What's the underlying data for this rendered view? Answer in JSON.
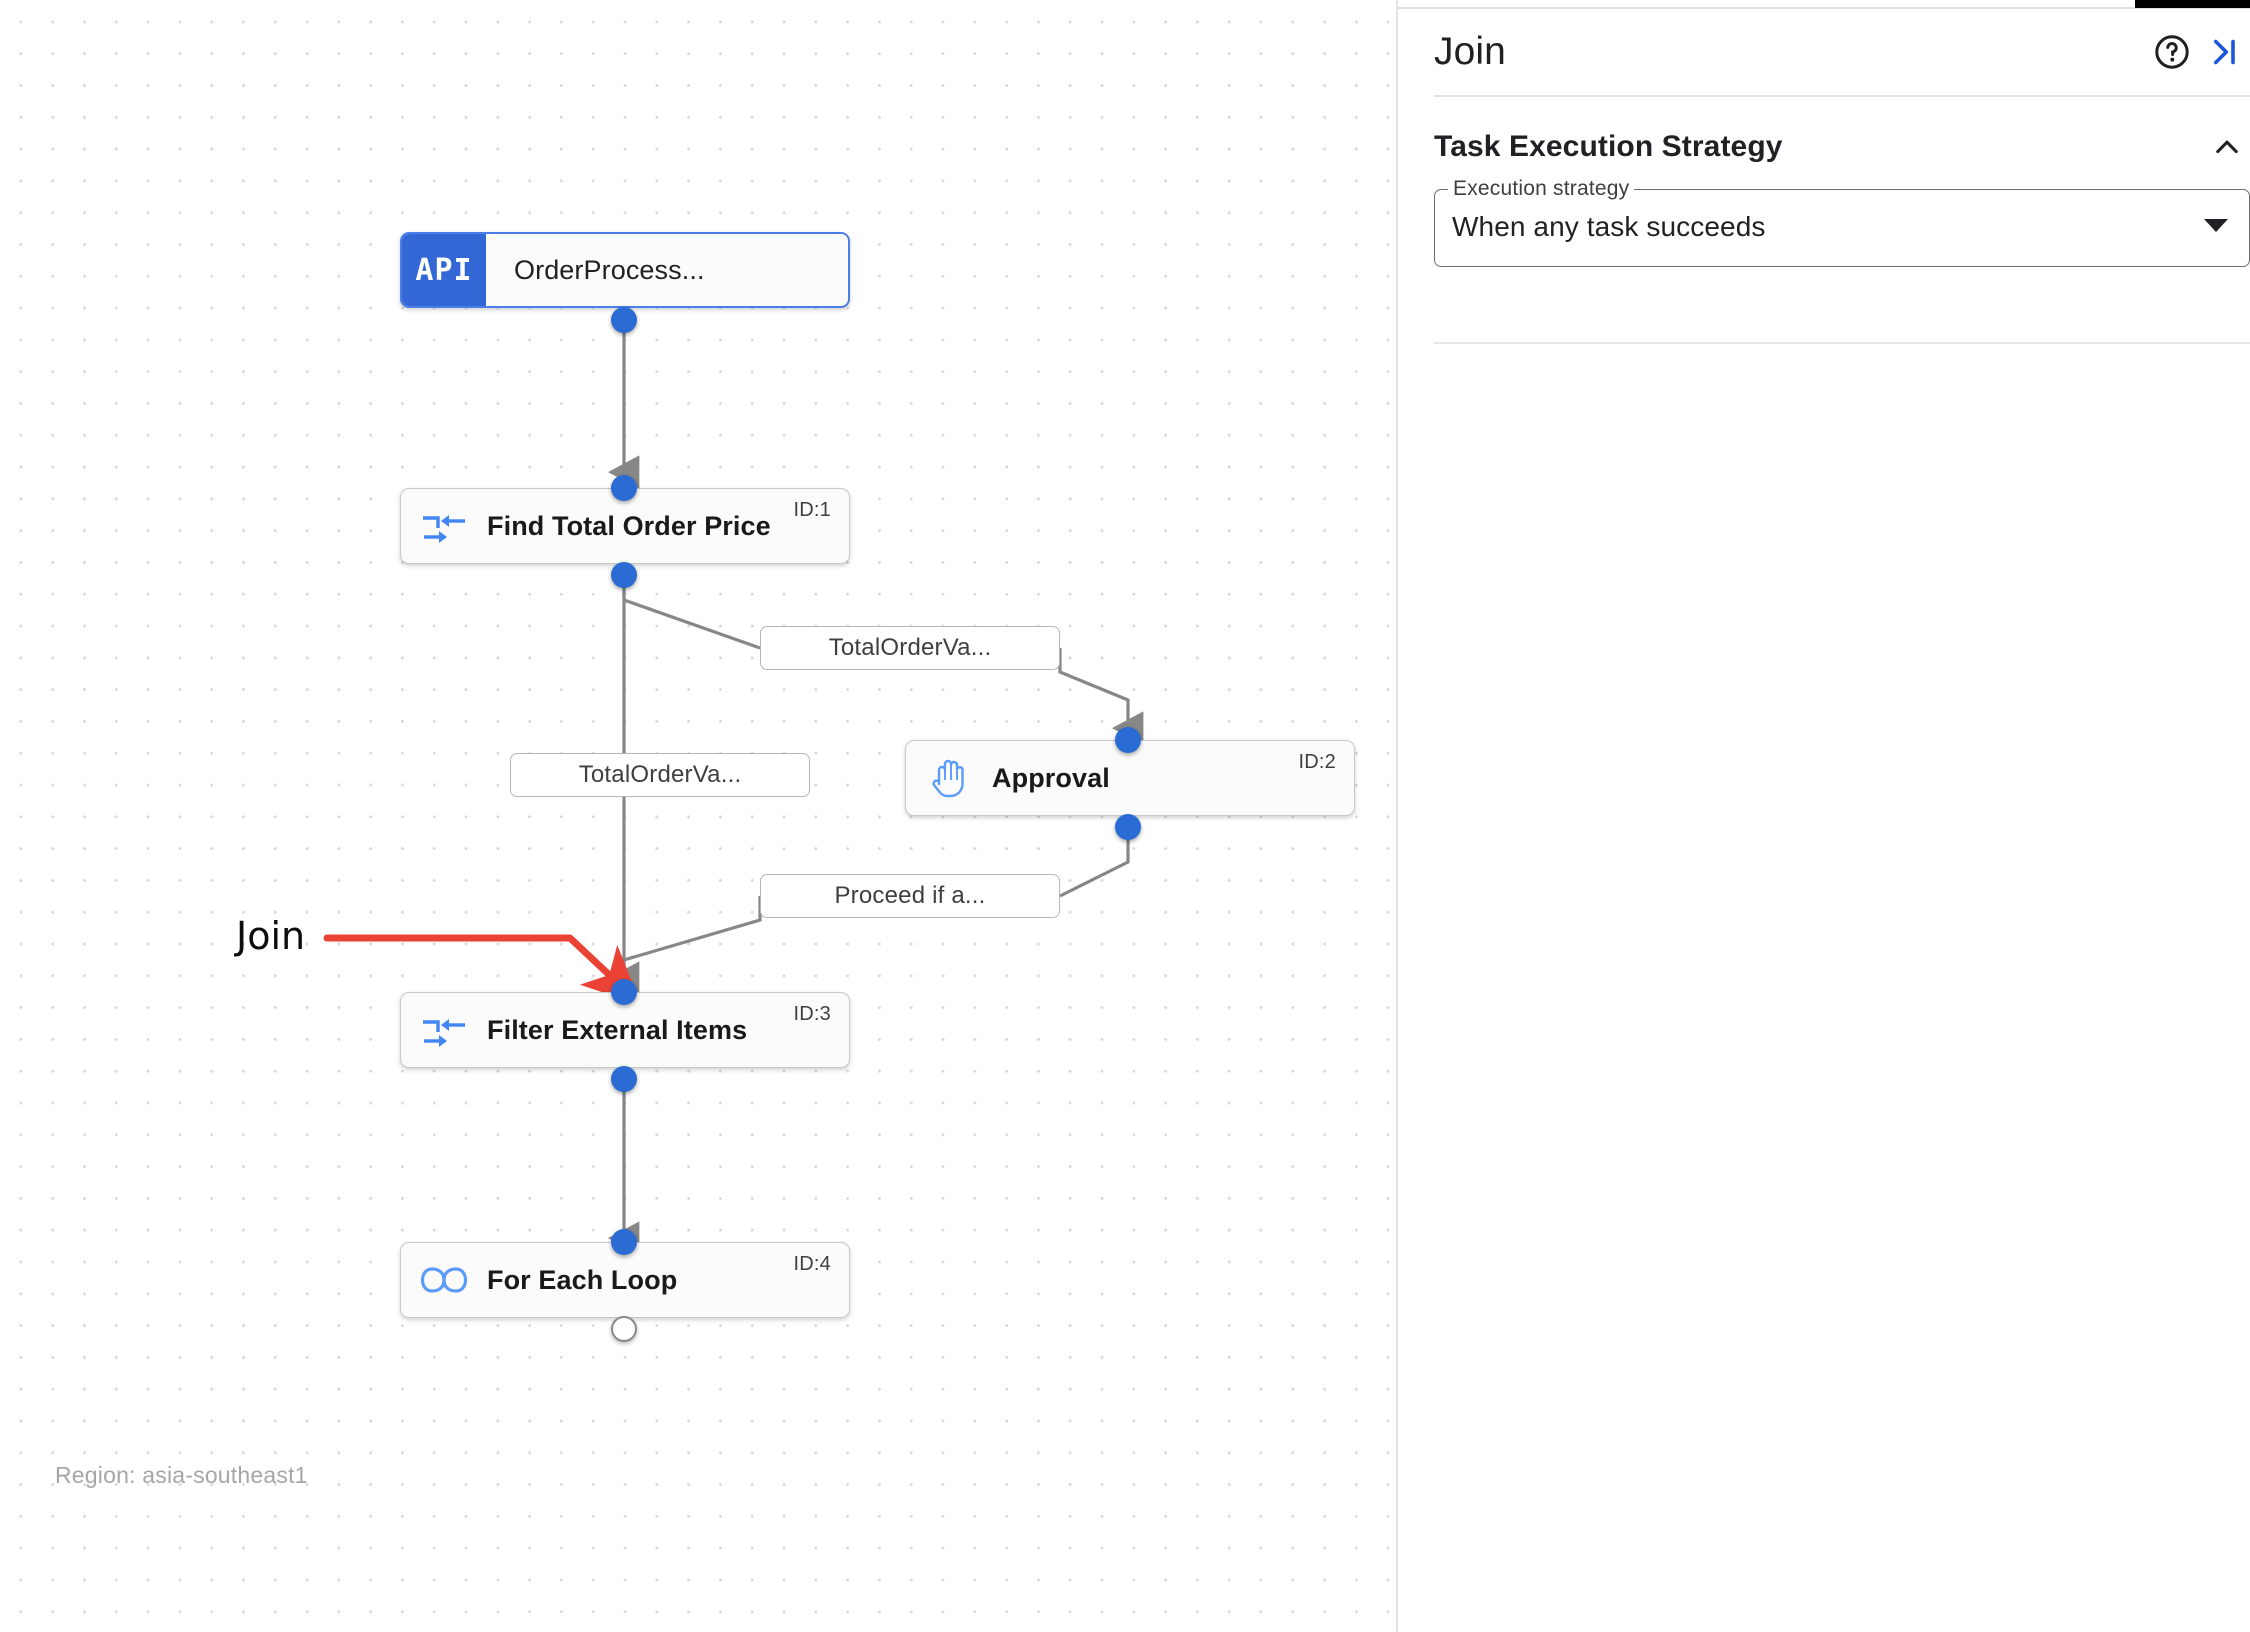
{
  "canvas": {
    "region_label": "Region: asia-southeast1",
    "annotation": {
      "label": "Join",
      "color": "#ea4335"
    },
    "nodes": [
      {
        "id": "api",
        "badge": "API",
        "title": "OrderProcess...",
        "icon": "api-badge-icon",
        "id_label": "",
        "selected": true
      },
      {
        "id": "task1",
        "badge": "",
        "title": "Find Total Order Price",
        "icon": "merge-arrows-icon",
        "id_label": "ID:1",
        "selected": false
      },
      {
        "id": "task2",
        "badge": "",
        "title": "Approval",
        "icon": "hand-raised-icon",
        "id_label": "ID:2",
        "selected": false
      },
      {
        "id": "task3",
        "badge": "",
        "title": "Filter External Items",
        "icon": "merge-arrows-icon",
        "id_label": "ID:3",
        "selected": false
      },
      {
        "id": "task4",
        "badge": "",
        "title": "For Each Loop",
        "icon": "infinity-loop-icon",
        "id_label": "ID:4",
        "selected": false
      }
    ],
    "edge_labels": [
      {
        "id": "e1",
        "text": "TotalOrderVa..."
      },
      {
        "id": "e2",
        "text": "TotalOrderVa..."
      },
      {
        "id": "e3",
        "text": "Proceed if a..."
      }
    ]
  },
  "panel": {
    "title": "Join",
    "help_icon": "help-circle-icon",
    "collapse_icon": "collapse-panel-right-icon",
    "section": {
      "title": "Task Execution Strategy",
      "collapse_icon": "chevron-up-icon",
      "field": {
        "label": "Execution strategy",
        "value": "When any task succeeds",
        "caret_icon": "caret-down-icon"
      }
    }
  }
}
